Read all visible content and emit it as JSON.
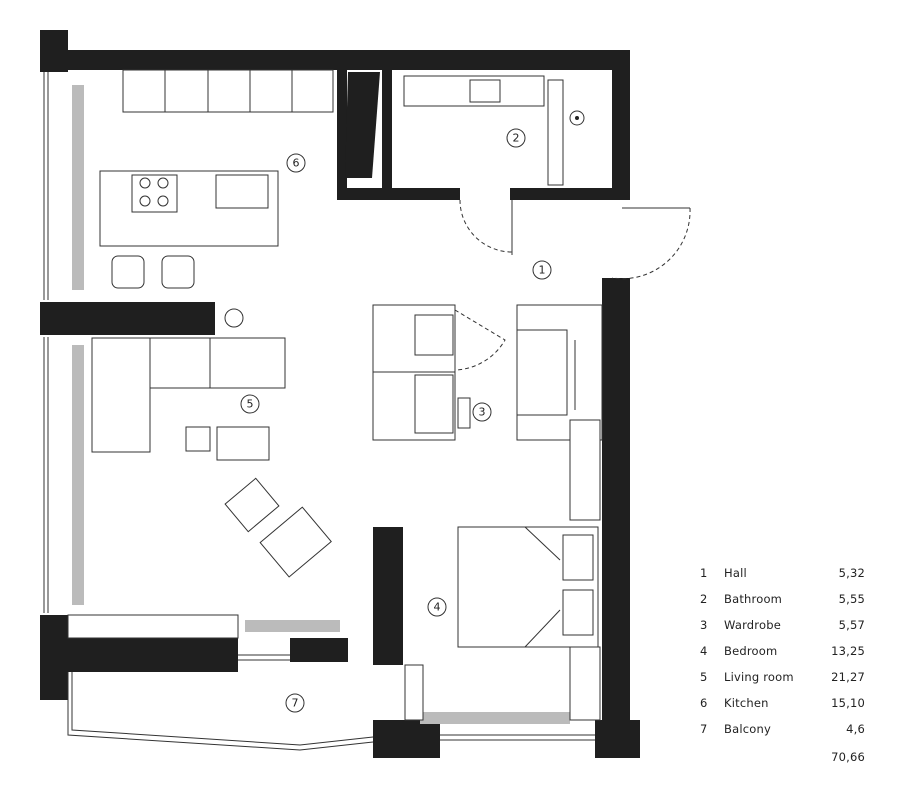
{
  "rooms": [
    {
      "number": "1",
      "name": "Hall",
      "area": "5,32"
    },
    {
      "number": "2",
      "name": "Bathroom",
      "area": "5,55"
    },
    {
      "number": "3",
      "name": "Wardrobe",
      "area": "5,57"
    },
    {
      "number": "4",
      "name": "Bedroom",
      "area": "13,25"
    },
    {
      "number": "5",
      "name": "Living room",
      "area": "21,27"
    },
    {
      "number": "6",
      "name": "Kitchen",
      "area": "15,10"
    },
    {
      "number": "7",
      "name": "Balcony",
      "area": "4,6"
    }
  ],
  "total_area": "70,66"
}
